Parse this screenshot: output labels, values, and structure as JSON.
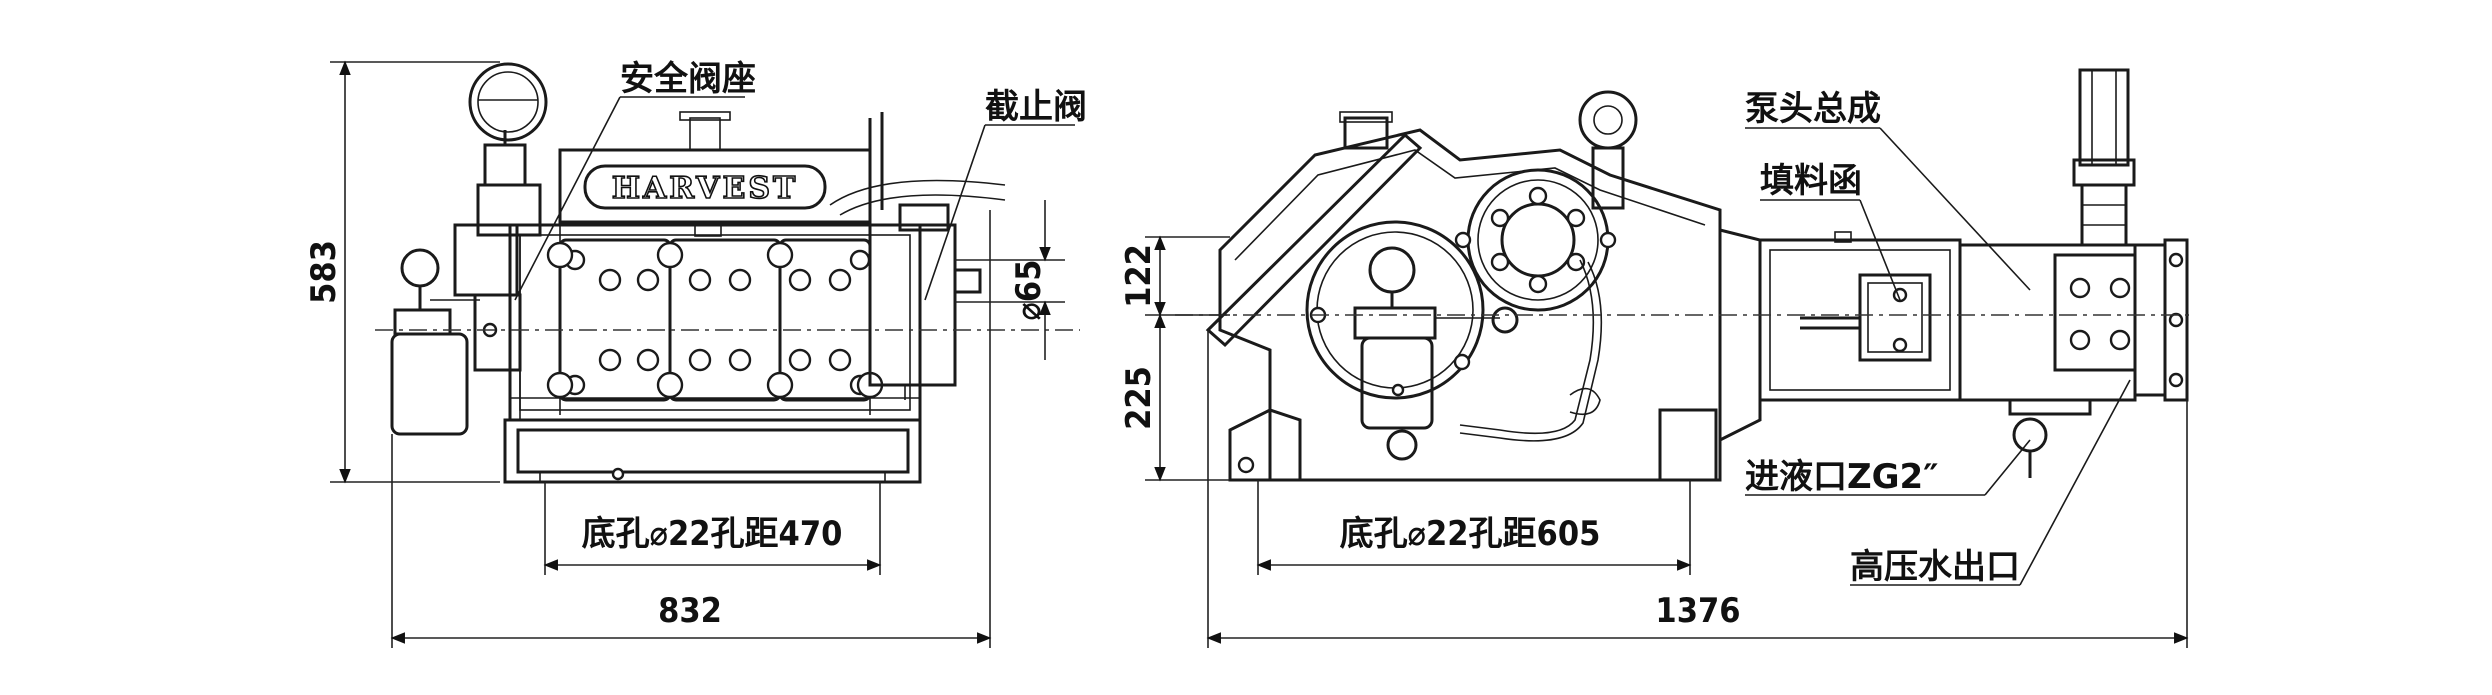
{
  "front_view": {
    "labels": {
      "safety_valve_seat": "安全阀座",
      "stop_valve": "截止阀",
      "brand": "HARVEST",
      "base_holes": "底孔⌀22孔距470"
    },
    "dimensions": {
      "height": "583",
      "outlet_dia": "⌀65",
      "width": "832"
    }
  },
  "side_view": {
    "labels": {
      "pump_head_assembly": "泵头总成",
      "stuffing_box": "填料函",
      "inlet": "进液口ZG2″",
      "high_pressure_outlet": "高压水出口",
      "base_holes": "底孔⌀22孔距605"
    },
    "dimensions": {
      "upper": "122",
      "lower": "225",
      "length": "1376"
    }
  }
}
